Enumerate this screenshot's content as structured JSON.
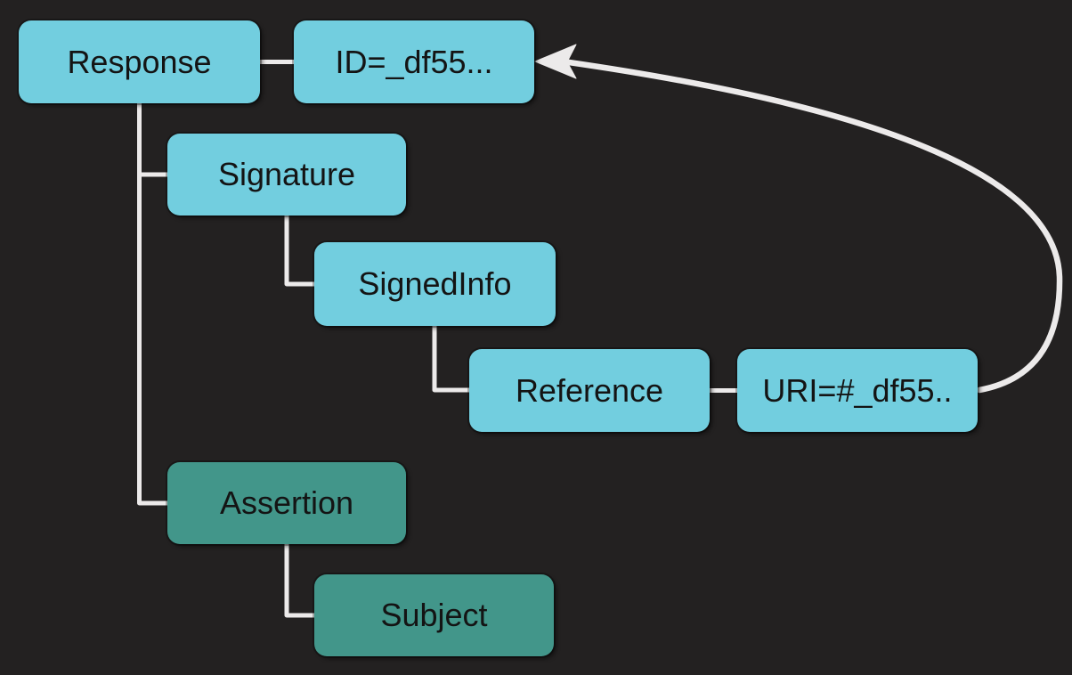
{
  "diagram": {
    "background": "#232121",
    "connector_color": "#eceaea",
    "text_color": "#141414",
    "nodes": [
      {
        "id": "response",
        "label": "Response",
        "fill": "#72cedf"
      },
      {
        "id": "id_attribute",
        "label": "ID=_df55...",
        "fill": "#72cedf"
      },
      {
        "id": "signature",
        "label": "Signature",
        "fill": "#72cedf"
      },
      {
        "id": "signedinfo",
        "label": "SignedInfo",
        "fill": "#72cedf"
      },
      {
        "id": "reference",
        "label": "Reference",
        "fill": "#72cedf"
      },
      {
        "id": "uri_attribute",
        "label": "URI=#_df55..",
        "fill": "#72cedf"
      },
      {
        "id": "assertion",
        "label": "Assertion",
        "fill": "#42968a"
      },
      {
        "id": "subject",
        "label": "Subject",
        "fill": "#42968a"
      }
    ],
    "edges": [
      {
        "from": "response",
        "to": "id_attribute",
        "type": "attribute-link"
      },
      {
        "from": "response",
        "to": "signature",
        "type": "child"
      },
      {
        "from": "response",
        "to": "assertion",
        "type": "child"
      },
      {
        "from": "signature",
        "to": "signedinfo",
        "type": "child"
      },
      {
        "from": "signedinfo",
        "to": "reference",
        "type": "child"
      },
      {
        "from": "reference",
        "to": "uri_attribute",
        "type": "attribute-link"
      },
      {
        "from": "assertion",
        "to": "subject",
        "type": "child"
      },
      {
        "from": "uri_attribute",
        "to": "id_attribute",
        "type": "curved-arrow",
        "arrowhead": "open-left"
      }
    ]
  }
}
